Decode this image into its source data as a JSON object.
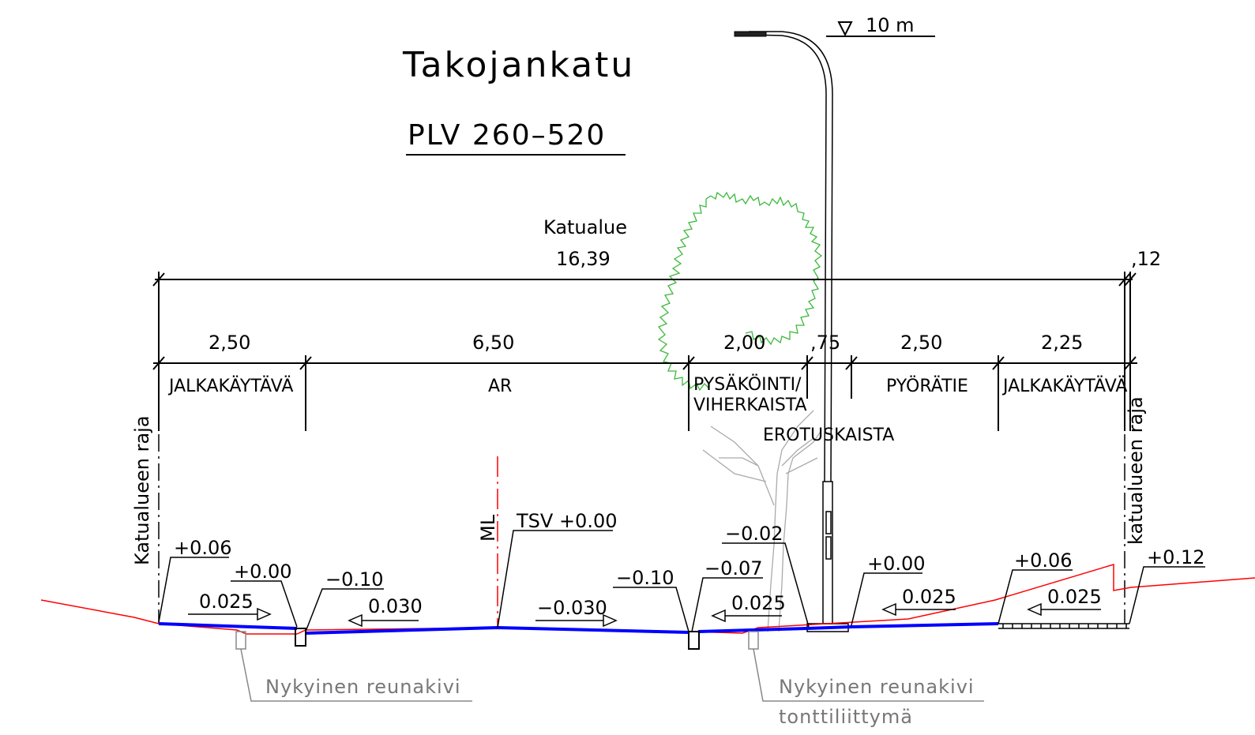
{
  "title": "Takojankatu",
  "subtitle": "PLV 260–520",
  "elevation_mark": "10 m",
  "street_area": {
    "label": "Katualue",
    "width": "16,39",
    "extra": ",12"
  },
  "segment_widths": [
    "2,50",
    "6,50",
    "2,00",
    ",75",
    "2,50",
    "2,25"
  ],
  "lanes": {
    "left_sidewalk": "JALKAKÄYTÄVÄ",
    "roadway": "AR",
    "parking_line1": "PYSÄKÖINTI/",
    "parking_line2": "VIHERKAISTA",
    "separator": "EROTUSKAISTA",
    "bike_path": "PYÖRÄTIE",
    "right_sidewalk": "JALKAKÄYTÄVÄ"
  },
  "boundary_left": "Katualueen raja",
  "boundary_right": "katualueen raja",
  "centerline": "ML",
  "levels": {
    "l1": "+0.06",
    "l2": "+0.00",
    "l3": "−0.10",
    "tsv": "TSV +0.00",
    "l4": "−0.10",
    "l5": "−0.07",
    "l6": "−0.02",
    "l7": "+0.00",
    "l8": "+0.06",
    "l9": "+0.12"
  },
  "slopes": {
    "s1": "0.025",
    "s2": "0.030",
    "s3": "−0.030",
    "s4": "0.025",
    "s5": "0.025",
    "s6": "0.025"
  },
  "notes": {
    "left_curb": "Nykyinen  reunakivi",
    "right_curb": "Nykyinen  reunakivi",
    "driveway": "tonttiliittymä"
  }
}
